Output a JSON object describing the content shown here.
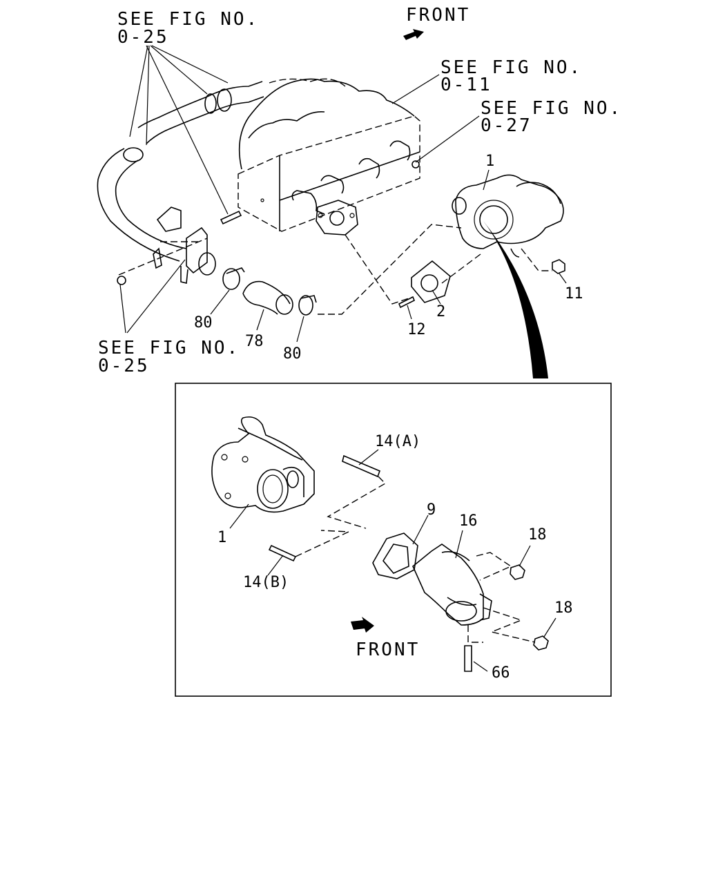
{
  "refs": {
    "fig_0_25_top": {
      "line1": "SEE FIG NO.",
      "line2": "0-25"
    },
    "fig_0_11": {
      "line1": "SEE FIG NO.",
      "line2": "0-11"
    },
    "fig_0_27": {
      "line1": "SEE FIG NO.",
      "line2": "0-27"
    },
    "fig_0_25_bottom": {
      "line1": "SEE FIG NO.",
      "line2": "0-25"
    }
  },
  "front_top": "FRONT",
  "front_inset": "FRONT",
  "parts_main": {
    "p1": "1",
    "p11": "11",
    "p2": "2",
    "p12": "12",
    "p80a": "80",
    "p78": "78",
    "p80b": "80"
  },
  "parts_inset": {
    "p14a": "14(A)",
    "p9": "9",
    "p16": "16",
    "p18a": "18",
    "p1": "1",
    "p14b": "14(B)",
    "p18b": "18",
    "p66": "66"
  }
}
